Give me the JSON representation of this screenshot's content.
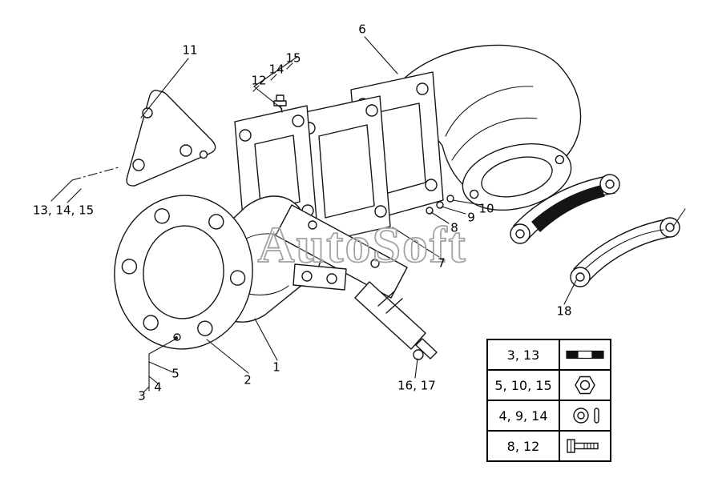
{
  "watermark": "AutoSoft",
  "callouts": {
    "c1": "1",
    "c2": "2",
    "c3": "3",
    "c4": "4",
    "c5": "5",
    "c6": "6",
    "c7": "7",
    "c8": "8",
    "c9": "9",
    "c10": "10",
    "c11": "11",
    "c12": "12",
    "c14": "14",
    "c15": "15",
    "c18": "18",
    "c13_14_15": "13, 14, 15",
    "c16_17": "16, 17"
  },
  "legend": {
    "rows": [
      {
        "label": "3, 13",
        "icon": "lock-plate-icon"
      },
      {
        "label": "5, 10, 15",
        "icon": "hex-nut-icon"
      },
      {
        "label": "4, 9, 14",
        "icon": "washer-and-pin-icon"
      },
      {
        "label": "8, 12",
        "icon": "hex-bolt-icon"
      }
    ]
  }
}
